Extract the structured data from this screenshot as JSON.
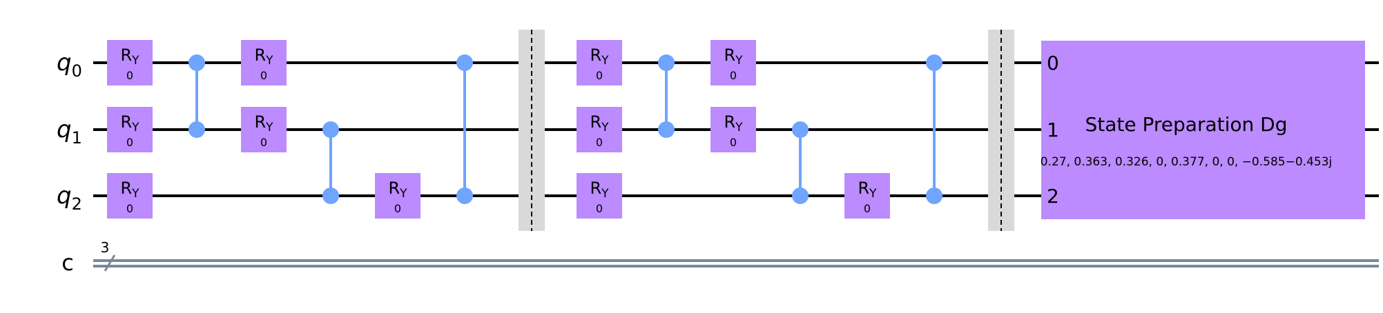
{
  "colors": {
    "wire": "#000000",
    "gate_fill": "#bb8bff",
    "control": "#6fa4ff",
    "barrier_fill": "#d9d9d9",
    "barrier_line": "#000000",
    "classical_wire": "#778899"
  },
  "registers": {
    "qubits": [
      {
        "name": "q",
        "index": "0"
      },
      {
        "name": "q",
        "index": "1"
      },
      {
        "name": "q",
        "index": "2"
      }
    ],
    "classical": {
      "name": "c",
      "size": "3"
    }
  },
  "gates": {
    "ry": {
      "main": "R",
      "sub": "Y",
      "param": "0"
    }
  },
  "state_prep": {
    "title": "State Preparation Dg",
    "params": "0.27, 0.363, 0.326, 0, 0.377, 0, 0, −0.585−0.453j",
    "port_labels": [
      "0",
      "1",
      "2"
    ]
  }
}
